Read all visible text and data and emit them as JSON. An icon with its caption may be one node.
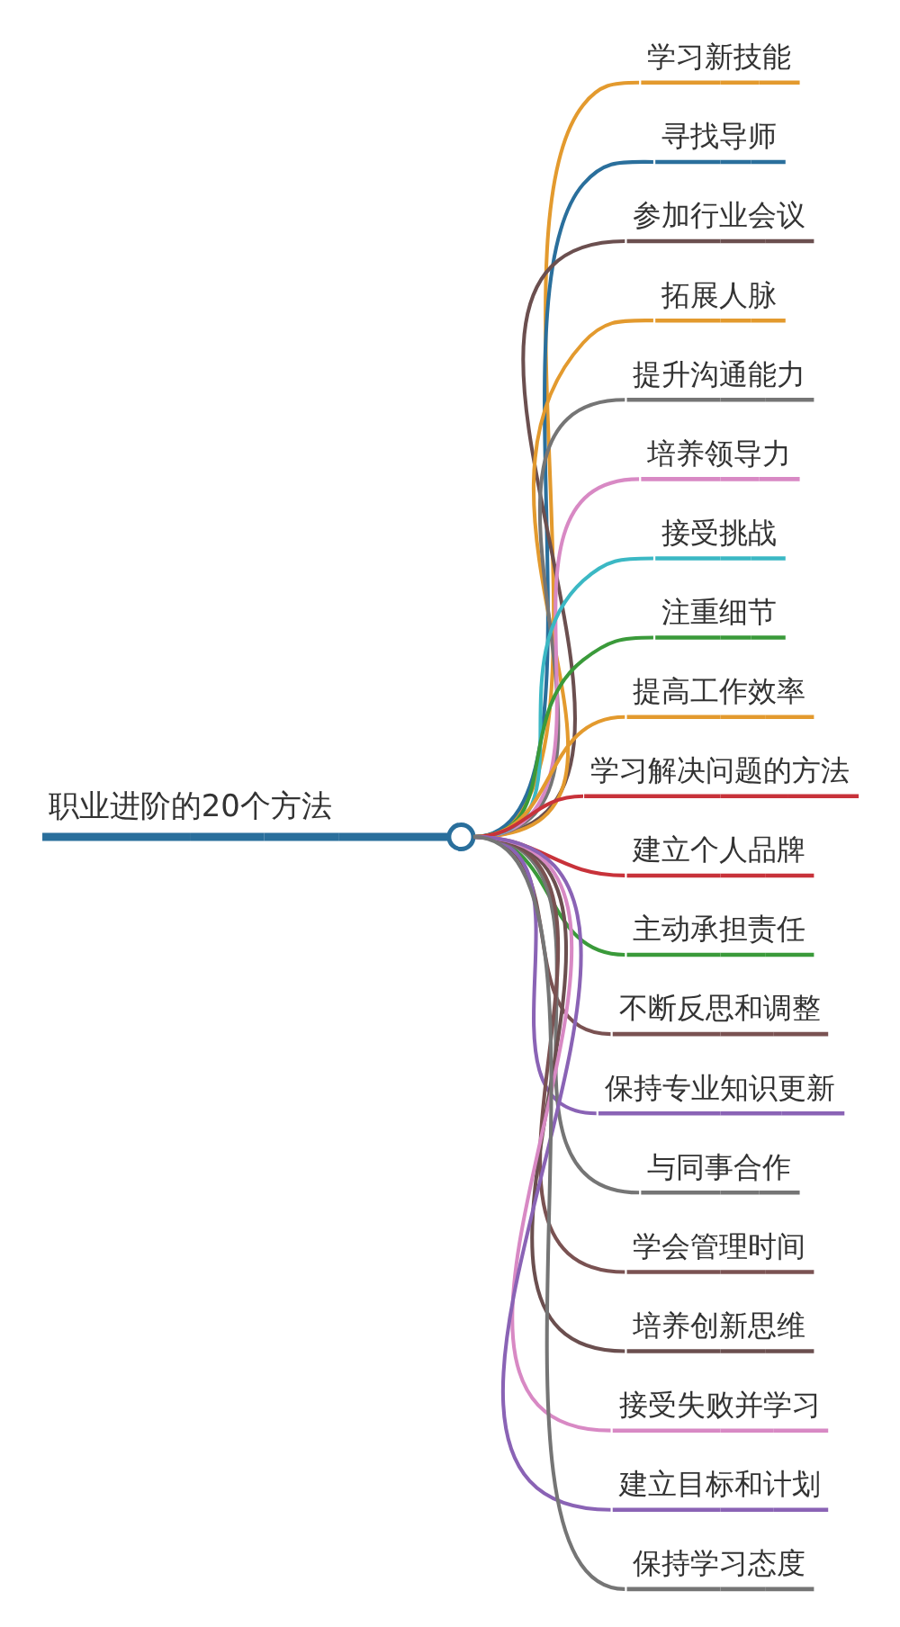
{
  "diagram": {
    "nodes": [
      {
        "text": [
          "职业进阶的20个方法"
        ]
      },
      {
        "text": [],
        "shape": "circle"
      },
      {
        "text": [
          "学习新技能"
        ]
      },
      {
        "text": [
          "寻找导师"
        ]
      },
      {
        "text": [
          "参加行业会议"
        ]
      },
      {
        "text": [
          "拓展人脉"
        ]
      },
      {
        "text": [
          "提升沟通能力"
        ]
      },
      {
        "text": [
          "培养领导力"
        ]
      },
      {
        "text": [
          "接受挑战"
        ]
      },
      {
        "text": [
          "注重细节"
        ]
      },
      {
        "text": [
          "提高工作效率"
        ]
      },
      {
        "text": [
          "学习解决问题的方法"
        ]
      },
      {
        "text": [
          "建立个人品牌"
        ]
      },
      {
        "text": [
          "主动承担责任"
        ]
      },
      {
        "text": [
          "不断反思和调整"
        ]
      },
      {
        "text": [
          "保持专业知识更新"
        ]
      },
      {
        "text": [
          "与同事合作"
        ]
      },
      {
        "text": [
          "学会管理时间"
        ]
      },
      {
        "text": [
          "培养创新思维"
        ]
      },
      {
        "text": [
          "接受失败并学习"
        ]
      },
      {
        "text": [
          "建立目标和计划"
        ]
      },
      {
        "text": [
          "保持学习态度"
        ]
      }
    ],
    "edges": [
      {
        "from": 0,
        "to": 1,
        "arrow": "none",
        "style": "thick",
        "color": "#2a6f9c"
      },
      {
        "from": 1,
        "to": 2,
        "arrow": "none",
        "color": "#e39a2e"
      },
      {
        "from": 1,
        "to": 3,
        "arrow": "none",
        "color": "#2a6f9c"
      },
      {
        "from": 1,
        "to": 4,
        "arrow": "none",
        "color": "#6b4f4f"
      },
      {
        "from": 1,
        "to": 5,
        "arrow": "none",
        "color": "#e39a2e"
      },
      {
        "from": 1,
        "to": 6,
        "arrow": "none",
        "color": "#757575"
      },
      {
        "from": 1,
        "to": 7,
        "arrow": "none",
        "color": "#d889c4"
      },
      {
        "from": 1,
        "to": 8,
        "arrow": "none",
        "color": "#3bb8c4"
      },
      {
        "from": 1,
        "to": 9,
        "arrow": "none",
        "color": "#3a9a3a"
      },
      {
        "from": 1,
        "to": 10,
        "arrow": "none",
        "color": "#e39a2e"
      },
      {
        "from": 1,
        "to": 11,
        "arrow": "none",
        "color": "#c8323a"
      },
      {
        "from": 1,
        "to": 12,
        "arrow": "none",
        "color": "#c8323a"
      },
      {
        "from": 1,
        "to": 13,
        "arrow": "none",
        "color": "#3a9a3a"
      },
      {
        "from": 1,
        "to": 14,
        "arrow": "none",
        "color": "#7a5252"
      },
      {
        "from": 1,
        "to": 15,
        "arrow": "none",
        "color": "#8a63b5"
      },
      {
        "from": 1,
        "to": 16,
        "arrow": "none",
        "color": "#757575"
      },
      {
        "from": 1,
        "to": 17,
        "arrow": "none",
        "color": "#7a5252"
      },
      {
        "from": 1,
        "to": 18,
        "arrow": "none",
        "color": "#6b4f4f"
      },
      {
        "from": 1,
        "to": 19,
        "arrow": "none",
        "color": "#d889c4"
      },
      {
        "from": 1,
        "to": 20,
        "arrow": "none",
        "color": "#8a63b5"
      },
      {
        "from": 1,
        "to": 21,
        "arrow": "none",
        "color": "#757575"
      }
    ]
  }
}
